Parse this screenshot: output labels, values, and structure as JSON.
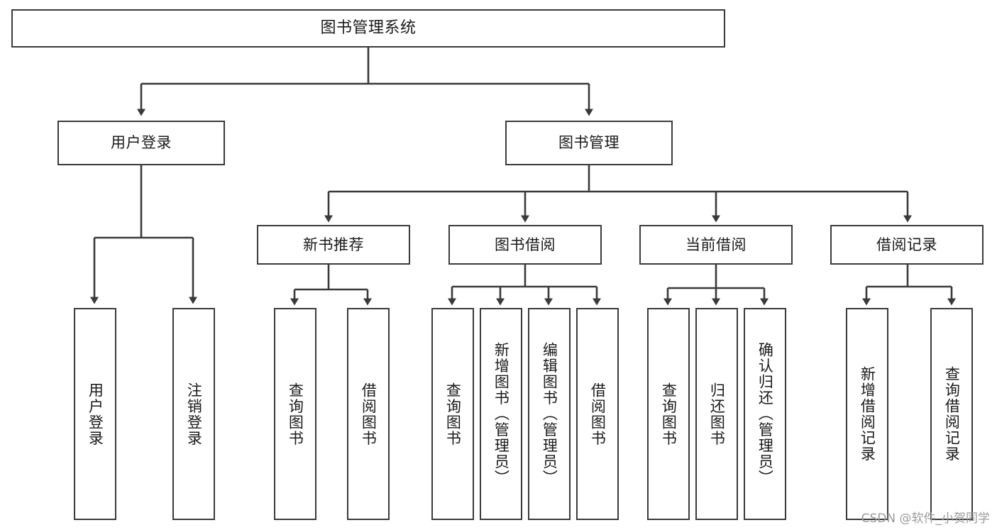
{
  "diagram": {
    "title": "图书管理系统",
    "watermark": "CSDN @软件_小贺同学",
    "colors": {
      "background": "#ffffff",
      "box_border": "#3a3a3a",
      "edge": "#3a3a3a",
      "text": "#1a1a1a",
      "watermark": "#9a9a9a"
    },
    "nodes": {
      "root": {
        "label": "图书管理系统"
      },
      "level2": [
        {
          "id": "user-login",
          "label": "用户登录"
        },
        {
          "id": "book-manage",
          "label": "图书管理"
        }
      ],
      "level3": [
        {
          "id": "new-book-recommend",
          "label": "新书推荐"
        },
        {
          "id": "book-borrow",
          "label": "图书借阅"
        },
        {
          "id": "current-borrow",
          "label": "当前借阅"
        },
        {
          "id": "borrow-record",
          "label": "借阅记录"
        }
      ],
      "leaves": {
        "user-login": [
          {
            "id": "leaf-user-login",
            "label": "用户登录"
          },
          {
            "id": "leaf-logout-login",
            "label": "注销登录"
          }
        ],
        "new-book-recommend": [
          {
            "id": "leaf-query-book-1",
            "label": "查询图书"
          },
          {
            "id": "leaf-borrow-book-1",
            "label": "借阅图书"
          }
        ],
        "book-borrow": [
          {
            "id": "leaf-query-book-2",
            "label": "查询图书"
          },
          {
            "id": "leaf-add-book-admin",
            "label": "新增图书（管理员）"
          },
          {
            "id": "leaf-edit-book-admin",
            "label": "编辑图书（管理员）"
          },
          {
            "id": "leaf-borrow-book-2",
            "label": "借阅图书"
          }
        ],
        "current-borrow": [
          {
            "id": "leaf-query-book-3",
            "label": "查询图书"
          },
          {
            "id": "leaf-return-book",
            "label": "归还图书"
          },
          {
            "id": "leaf-confirm-return-admin",
            "label": "确认归还（管理员）"
          }
        ],
        "borrow-record": [
          {
            "id": "leaf-add-borrow-record",
            "label": "新增借阅记录"
          },
          {
            "id": "leaf-query-borrow-record",
            "label": "查询借阅记录"
          }
        ]
      }
    }
  }
}
